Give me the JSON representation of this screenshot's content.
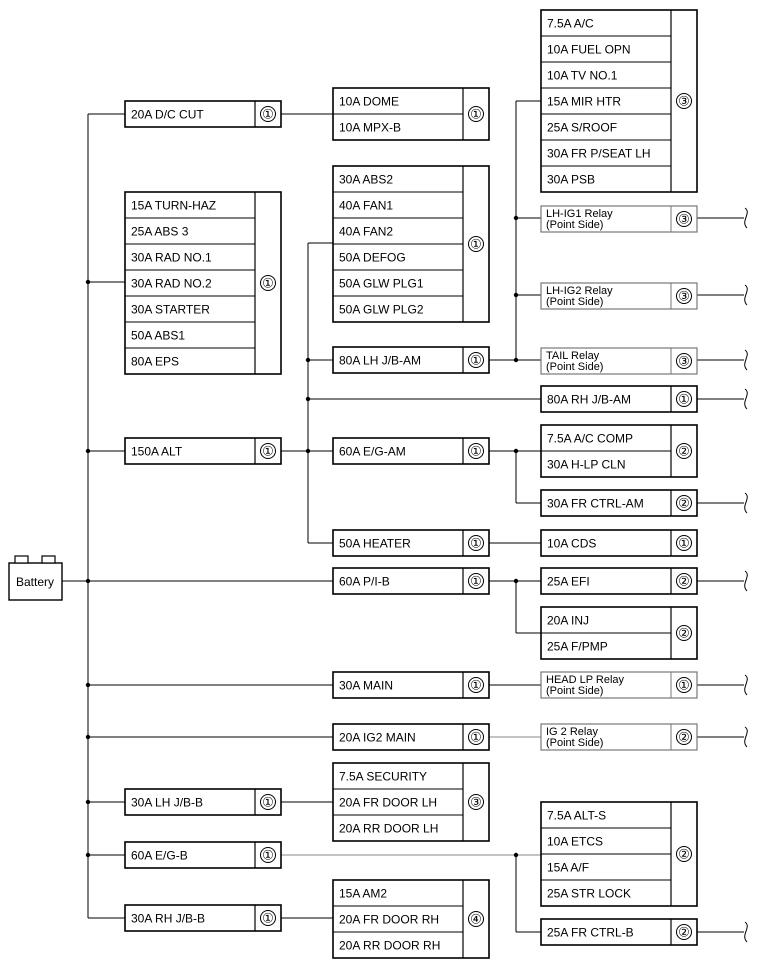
{
  "battery_label": "Battery",
  "groups": [
    {
      "fuses": [
        "20A D/C CUT"
      ],
      "loc": "①"
    },
    {
      "fuses": [
        "15A TURN-HAZ",
        "25A ABS 3",
        "30A RAD NO.1",
        "30A RAD NO.2",
        "30A STARTER",
        "50A ABS1",
        "80A EPS"
      ],
      "loc": "①"
    },
    {
      "fuses": [
        "150A ALT"
      ],
      "loc": "①"
    },
    {
      "fuses": [
        "30A LH J/B-B"
      ],
      "loc": "①"
    },
    {
      "fuses": [
        "60A E/G-B"
      ],
      "loc": "①"
    },
    {
      "fuses": [
        "30A RH J/B-B"
      ],
      "loc": "①"
    },
    {
      "fuses": [
        "10A DOME",
        "10A MPX-B"
      ],
      "loc": "①"
    },
    {
      "fuses": [
        "30A ABS2",
        "40A FAN1",
        "40A FAN2",
        "50A DEFOG",
        "50A GLW PLG1",
        "50A GLW PLG2"
      ],
      "loc": "①"
    },
    {
      "fuses": [
        "80A LH J/B-AM"
      ],
      "loc": "①"
    },
    {
      "fuses": [
        "60A E/G-AM"
      ],
      "loc": "①"
    },
    {
      "fuses": [
        "50A HEATER"
      ],
      "loc": "①"
    },
    {
      "fuses": [
        "60A P/I-B"
      ],
      "loc": "①"
    },
    {
      "fuses": [
        "30A MAIN"
      ],
      "loc": "①"
    },
    {
      "fuses": [
        "20A IG2 MAIN"
      ],
      "loc": "①"
    },
    {
      "fuses": [
        "7.5A SECURITY",
        "20A FR DOOR LH",
        "20A RR DOOR LH"
      ],
      "loc": "③"
    },
    {
      "fuses": [
        "15A AM2",
        "20A FR DOOR RH",
        "20A RR DOOR RH"
      ],
      "loc": "④"
    },
    {
      "fuses": [
        "7.5A A/C",
        "10A FUEL OPN",
        "10A TV NO.1",
        "15A MIR HTR",
        "25A S/ROOF",
        "30A FR P/SEAT LH",
        "30A PSB"
      ],
      "loc": "③"
    },
    {
      "fuses": [
        "80A RH J/B-AM"
      ],
      "loc": "①"
    },
    {
      "fuses": [
        "7.5A A/C COMP",
        "30A H-LP CLN"
      ],
      "loc": "②"
    },
    {
      "fuses": [
        "30A FR CTRL-AM"
      ],
      "loc": "②"
    },
    {
      "fuses": [
        "10A CDS"
      ],
      "loc": "①"
    },
    {
      "fuses": [
        "25A EFI"
      ],
      "loc": "②"
    },
    {
      "fuses": [
        "20A INJ",
        "25A F/PMP"
      ],
      "loc": "②"
    },
    {
      "fuses": [
        "7.5A ALT-S",
        "10A ETCS",
        "15A A/F",
        "25A STR LOCK"
      ],
      "loc": "②"
    },
    {
      "fuses": [
        "25A FR CTRL-B"
      ],
      "loc": "②"
    }
  ],
  "relays": [
    {
      "line1": "LH-IG1 Relay",
      "line2": "(Point Side)",
      "loc": "③"
    },
    {
      "line1": "LH-IG2 Relay",
      "line2": "(Point Side)",
      "loc": "③"
    },
    {
      "line1": "TAIL Relay",
      "line2": "(Point Side)",
      "loc": "③"
    },
    {
      "line1": "HEAD LP Relay",
      "line2": "(Point Side)",
      "loc": "①"
    },
    {
      "line1": "IG 2 Relay",
      "line2": "(Point Side)",
      "loc": "②"
    }
  ]
}
